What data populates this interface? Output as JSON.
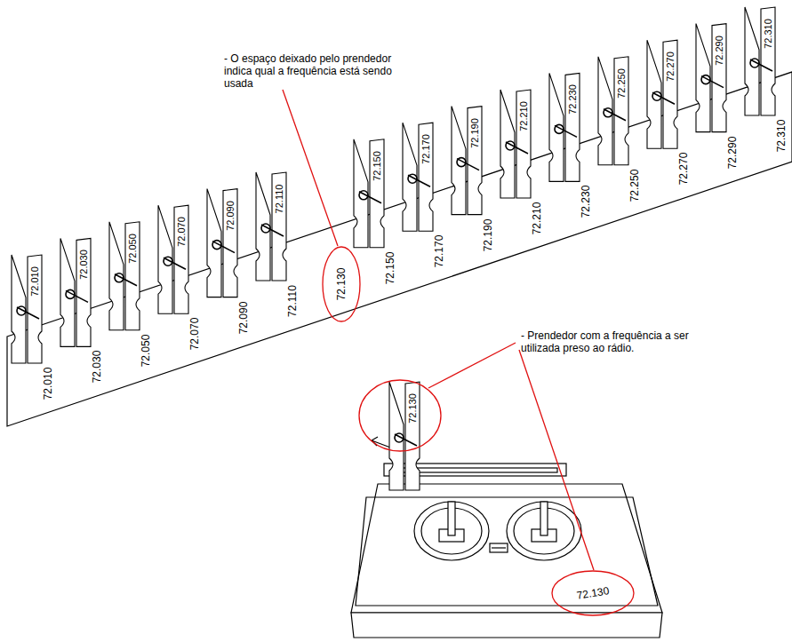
{
  "diagram": {
    "labels": [
      "- O espaço deixado pelo prendedor indica qual a frequência está sendo usada",
      "72.010",
      "72.030",
      "72.050",
      "72.070",
      "72.090",
      "72.110",
      "72.150",
      "72.170",
      "72.190",
      "72.210",
      "72.230",
      "72.250",
      "72.270",
      "72.290",
      "72.310",
      "72.010",
      "72.030",
      "72.050",
      "72.070",
      "72.090",
      "72.110",
      "72.130",
      "72.150",
      "72.170",
      "72.190",
      "72.210",
      "72.230",
      "72.250",
      "72.270",
      "72.290",
      "72.310",
      "- Prendedor com a frequência a ser utilizada preso ao rádio.",
      "72.130",
      "72.130"
    ]
  }
}
